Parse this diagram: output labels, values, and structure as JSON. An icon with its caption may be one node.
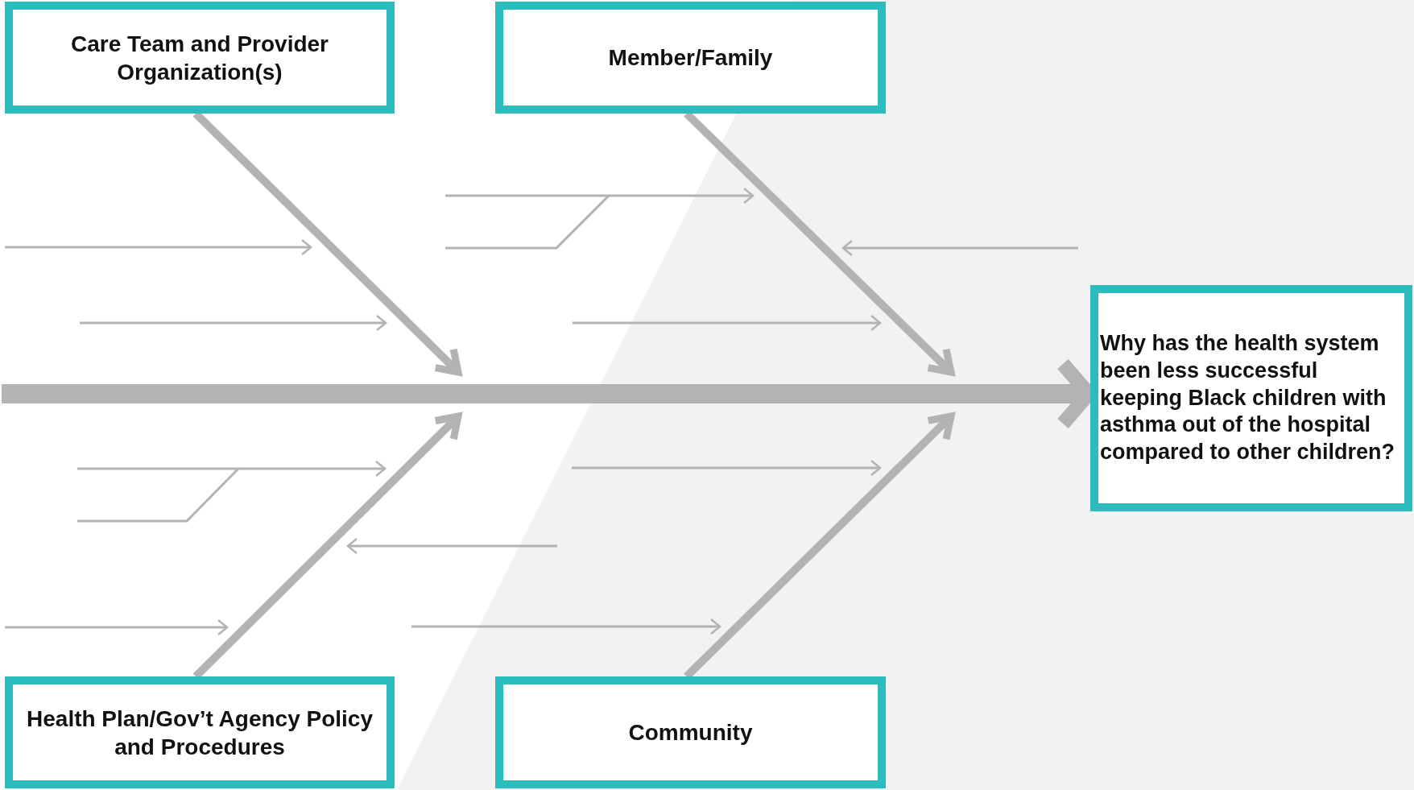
{
  "diagram": {
    "nodes": [
      {
        "text": [
          "Care Team and Provider Organization(s)"
        ]
      },
      {
        "text": [
          "Member/Family"
        ]
      },
      {
        "text": [
          "Health Plan/Gov’t Agency Policy and Procedures"
        ]
      },
      {
        "text": [
          "Community"
        ]
      },
      {
        "text": [
          "Why has the health system been less successful keeping Black children with asthma out of the hospital compared to other children?"
        ]
      }
    ],
    "edges": [
      {
        "from": null,
        "to": 4,
        "arrow": "to",
        "style": "thick"
      },
      {
        "from": 0,
        "to": null,
        "arrow": "to"
      },
      {
        "from": 1,
        "to": null,
        "arrow": "to"
      },
      {
        "from": 2,
        "to": null,
        "arrow": "to"
      },
      {
        "from": 3,
        "to": null,
        "arrow": "to"
      }
    ]
  }
}
